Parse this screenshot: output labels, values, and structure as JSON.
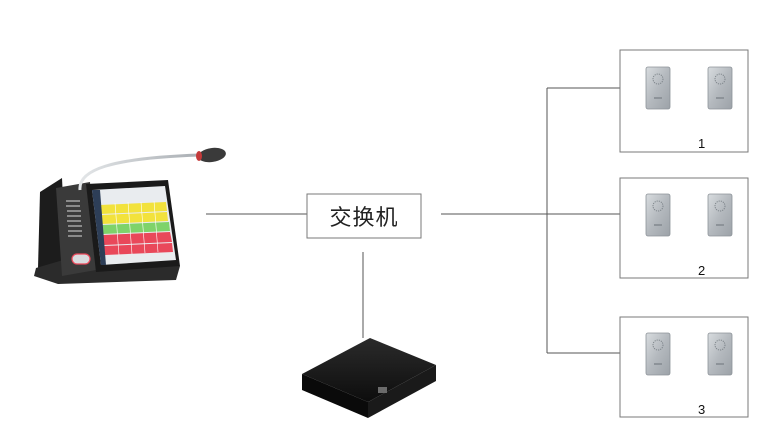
{
  "diagram": {
    "switch": {
      "label": "交换机"
    },
    "zones": [
      {
        "label": "1"
      },
      {
        "label": "2"
      },
      {
        "label": "3"
      }
    ],
    "colors": {
      "line": "#555555",
      "box_border": "#7a7a7a",
      "console_body": "#2a2a2a",
      "gooseneck": "#c9cdd0",
      "mic_head": "#3a3a3a",
      "screen_yellow": "#f2e23c",
      "screen_green": "#7fd36a",
      "screen_red": "#e9485a",
      "box_black": "#111111",
      "panel_steel": "#b9bec3"
    },
    "icons": [
      "desk-console-icon",
      "black-decoder-box-icon",
      "wall-speaker-panel-icon"
    ]
  }
}
